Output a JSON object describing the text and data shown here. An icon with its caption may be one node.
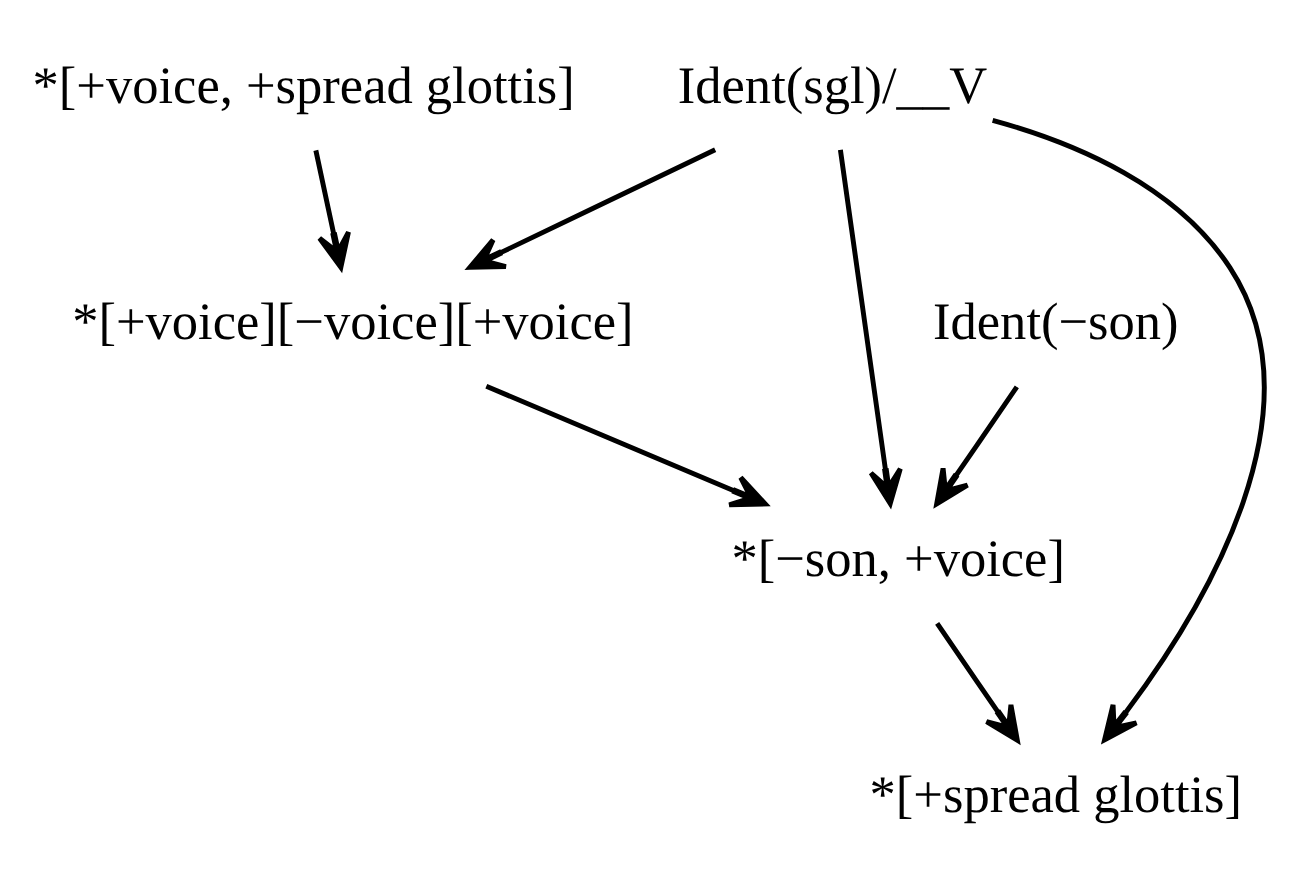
{
  "diagram": {
    "nodes": [
      {
        "text": [
          "*[+voice, +spread glottis]"
        ]
      },
      {
        "text": [
          "Ident(sgl)/__V"
        ]
      },
      {
        "text": [
          "*[+voice][−voice][+voice]"
        ]
      },
      {
        "text": [
          "Ident(−son)"
        ]
      },
      {
        "text": [
          "*[−son, +voice]"
        ]
      },
      {
        "text": [
          "*[+spread glottis]"
        ]
      }
    ],
    "edges": [
      {
        "from": 0,
        "to": 2,
        "arrow": "to"
      },
      {
        "from": 1,
        "to": 2,
        "arrow": "to"
      },
      {
        "from": 1,
        "to": 4,
        "arrow": "to"
      },
      {
        "from": 1,
        "to": 5,
        "arrow": "to"
      },
      {
        "from": 3,
        "to": 4,
        "arrow": "to"
      },
      {
        "from": 2,
        "to": 4,
        "arrow": "to"
      },
      {
        "from": 4,
        "to": 5,
        "arrow": "to"
      }
    ]
  }
}
